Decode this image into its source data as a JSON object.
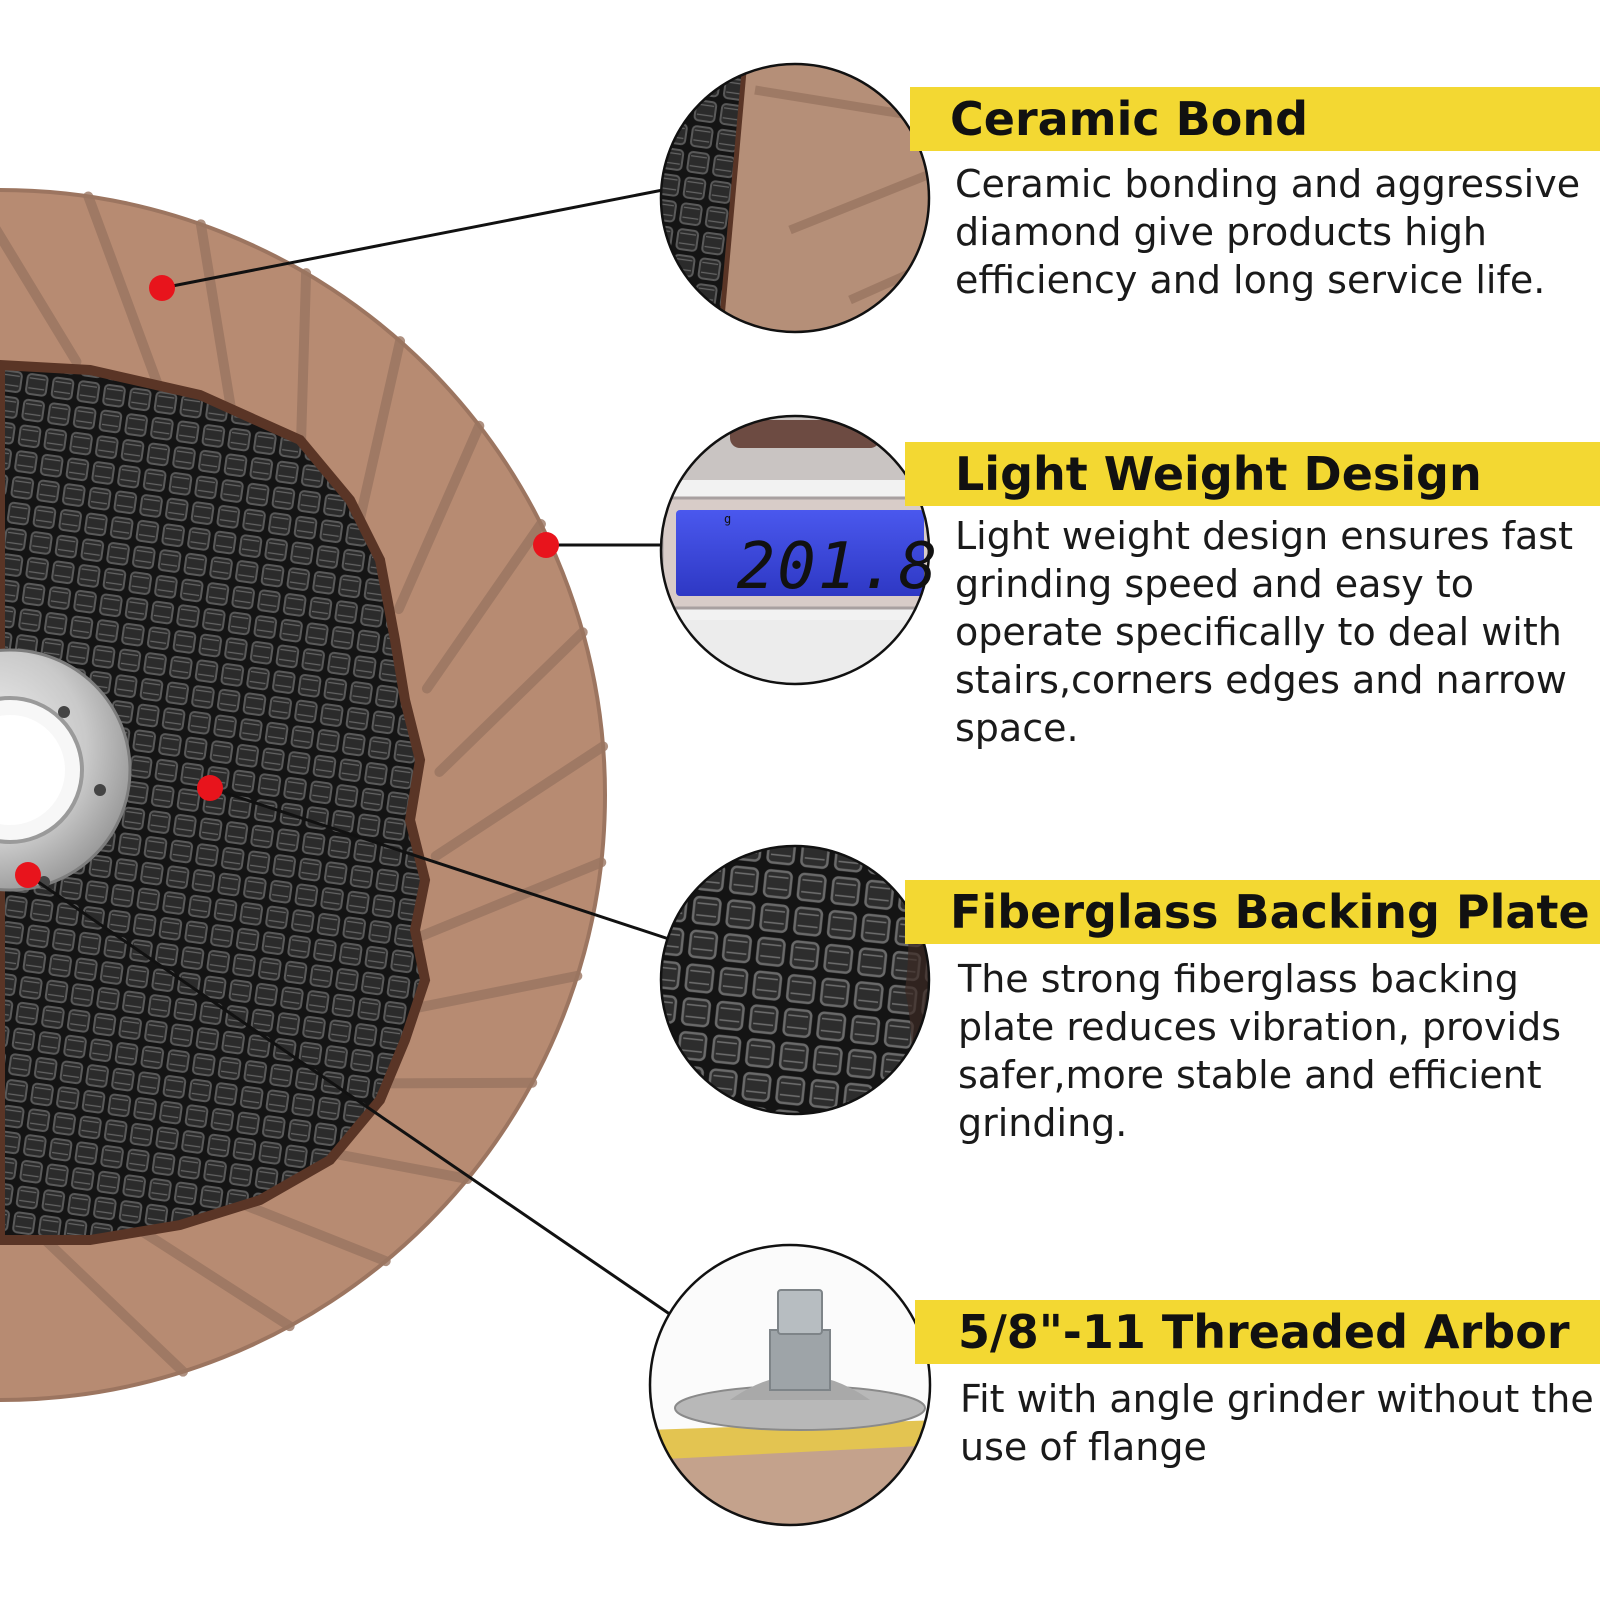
{
  "features": [
    {
      "title": "Ceramic Bond",
      "description": "Ceramic bonding and aggressive diamond give products high efficiency and long service life."
    },
    {
      "title": "Light Weight Design",
      "description": "Light weight design ensures fast grinding speed and easy to operate specifically to deal with stairs,corners edges and narrow space.",
      "scale_reading": "201.8",
      "scale_unit": "g"
    },
    {
      "title": "Fiberglass Backing Plate",
      "description": "The strong fiberglass backing plate reduces vibration, provids safer,more stable and efficient grinding."
    },
    {
      "title": "5/8\"-11 Threaded Arbor",
      "description": "Fit with angle grinder without the use of flange"
    }
  ],
  "colors": {
    "accent_band": "#f3d832",
    "marker_dot": "#e8141c",
    "ceramic_ring": "#b78b72",
    "fiberglass": "#1f1f1f",
    "lcd_screen": "#3a46d8"
  }
}
